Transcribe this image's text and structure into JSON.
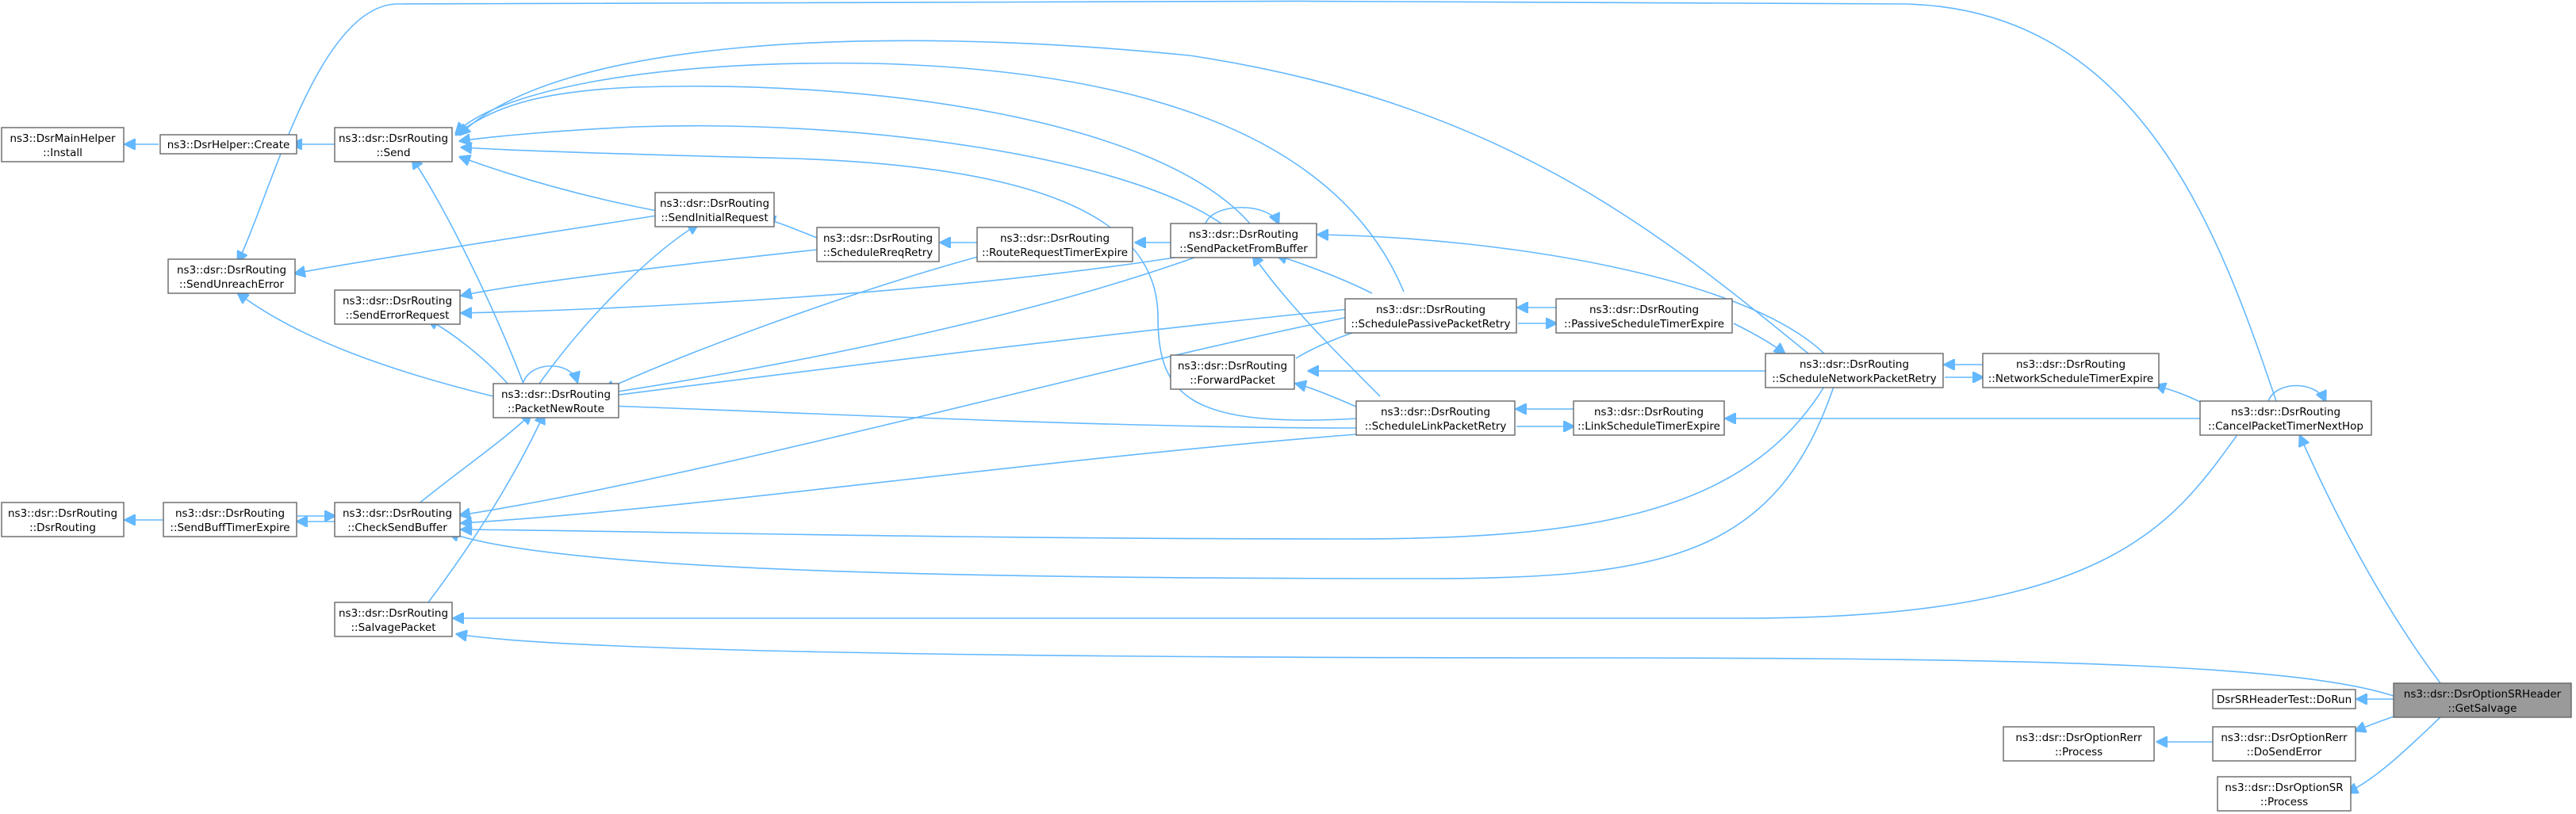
{
  "graph": {
    "accent_color": "#63b8ff",
    "target_color": "#9a9a9a",
    "nodes": {
      "install": [
        "ns3::DsrMainHelper",
        "::Install"
      ],
      "create": [
        "ns3::DsrHelper::Create"
      ],
      "dsrrouting": [
        "ns3::dsr::DsrRouting",
        "::DsrRouting"
      ],
      "send": [
        "ns3::dsr::DsrRouting",
        "::Send"
      ],
      "sendunreach": [
        "ns3::dsr::DsrRouting",
        "::SendUnreachError"
      ],
      "senderrorreq": [
        "ns3::dsr::DsrRouting",
        "::SendErrorRequest"
      ],
      "packetnewroute": [
        "ns3::dsr::DsrRouting",
        "::PacketNewRoute"
      ],
      "sendbufftimer": [
        "ns3::dsr::DsrRouting",
        "::SendBuffTimerExpire"
      ],
      "checksendbuffer": [
        "ns3::dsr::DsrRouting",
        "::CheckSendBuffer"
      ],
      "salvagepacket": [
        "ns3::dsr::DsrRouting",
        "::SalvagePacket"
      ],
      "sendinitialreq": [
        "ns3::dsr::DsrRouting",
        "::SendInitialRequest"
      ],
      "schedulereqretry": [
        "ns3::dsr::DsrRouting",
        "::ScheduleRreqRetry"
      ],
      "routereqtimer": [
        "ns3::dsr::DsrRouting",
        "::RouteRequestTimerExpire"
      ],
      "sendpktfrombuf": [
        "ns3::dsr::DsrRouting",
        "::SendPacketFromBuffer"
      ],
      "forwardpacket": [
        "ns3::dsr::DsrRouting",
        "::ForwardPacket"
      ],
      "schedpassive": [
        "ns3::dsr::DsrRouting",
        "::SchedulePassivePacketRetry"
      ],
      "passivetimer": [
        "ns3::dsr::DsrRouting",
        "::PassiveScheduleTimerExpire"
      ],
      "schedlink": [
        "ns3::dsr::DsrRouting",
        "::ScheduleLinkPacketRetry"
      ],
      "linktimer": [
        "ns3::dsr::DsrRouting",
        "::LinkScheduleTimerExpire"
      ],
      "schednetwork": [
        "ns3::dsr::DsrRouting",
        "::ScheduleNetworkPacketRetry"
      ],
      "networktimer": [
        "ns3::dsr::DsrRouting",
        "::NetworkScheduleTimerExpire"
      ],
      "cancelpacket": [
        "ns3::dsr::DsrRouting",
        "::CancelPacketTimerNextHop"
      ],
      "dorun": [
        "DsrSRHeaderTest::DoRun"
      ],
      "rerrprocess": [
        "ns3::dsr::DsrOptionRerr",
        "::Process"
      ],
      "dosenderror": [
        "ns3::dsr::DsrOptionRerr",
        "::DoSendError"
      ],
      "srprocess": [
        "ns3::dsr::DsrOptionSR",
        "::Process"
      ],
      "getsalvage": [
        "ns3::dsr::DsrOptionSRHeader",
        "::GetSalvage"
      ]
    }
  }
}
